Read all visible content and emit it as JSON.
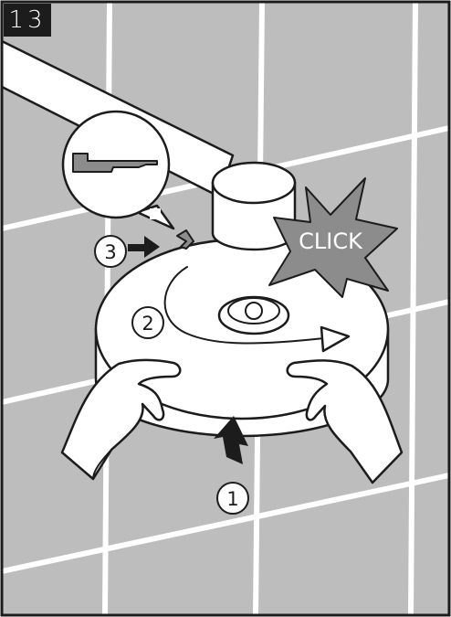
{
  "step_number": "13",
  "click_label": "CLICK",
  "callouts": [
    "1",
    "2",
    "3"
  ],
  "colors": {
    "tile_background": "#bdbdbd",
    "tile_grout": "#ffffff",
    "outline": "#1c1c1c",
    "starburst": "#8c8c8c",
    "pipe": "#ffffff"
  }
}
